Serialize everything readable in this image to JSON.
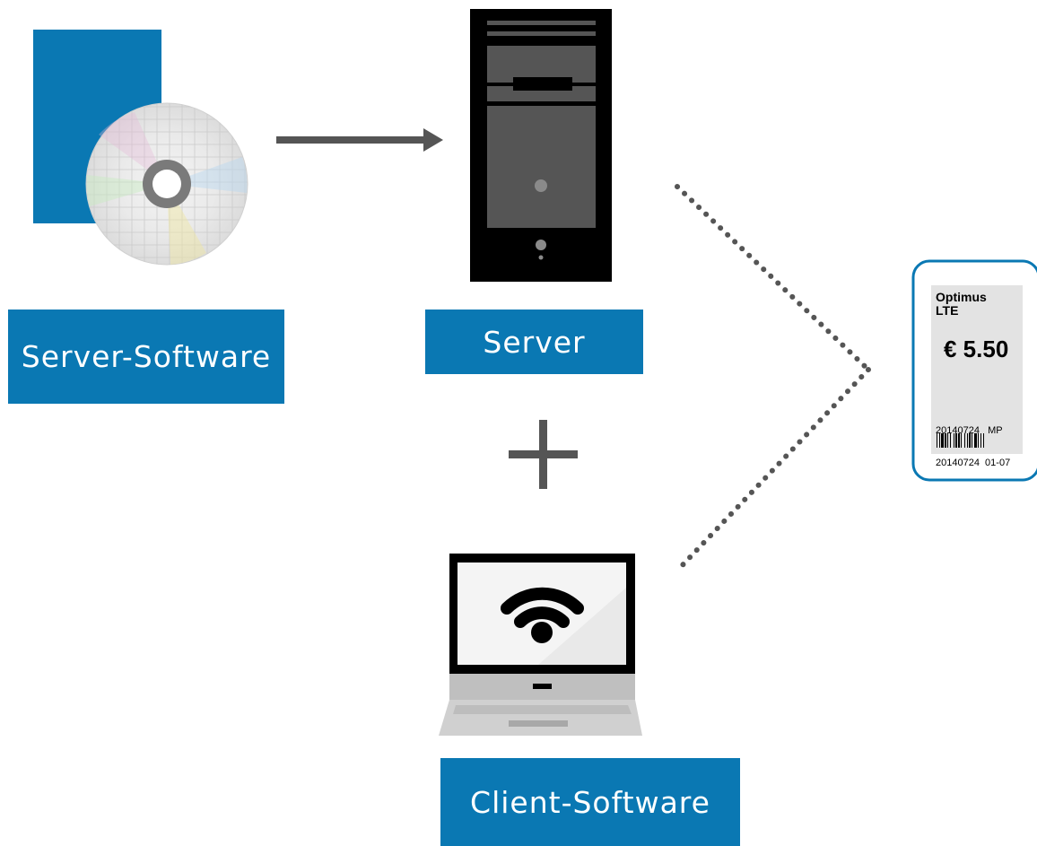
{
  "labels": {
    "server_software": "Server-Software",
    "server": "Server",
    "client_software": "Client-Software"
  },
  "price_tag": {
    "product_line1": "Optimus",
    "product_line2": "LTE",
    "price": "€ 5.50",
    "code_line1": "20140724   MP",
    "code_line2": "20140724  01-07"
  },
  "colors": {
    "brand_blue": "#0a78b3",
    "dark_gray": "#555555",
    "light_gray": "#bfbfbf",
    "tag_screen": "#e3e3e3"
  },
  "icons": {
    "software_box": "software-box-icon",
    "cd": "cd-icon",
    "server": "server-tower-icon",
    "laptop": "laptop-icon",
    "wifi": "wifi-icon",
    "plus": "plus-icon",
    "arrow": "arrow-right-icon"
  }
}
